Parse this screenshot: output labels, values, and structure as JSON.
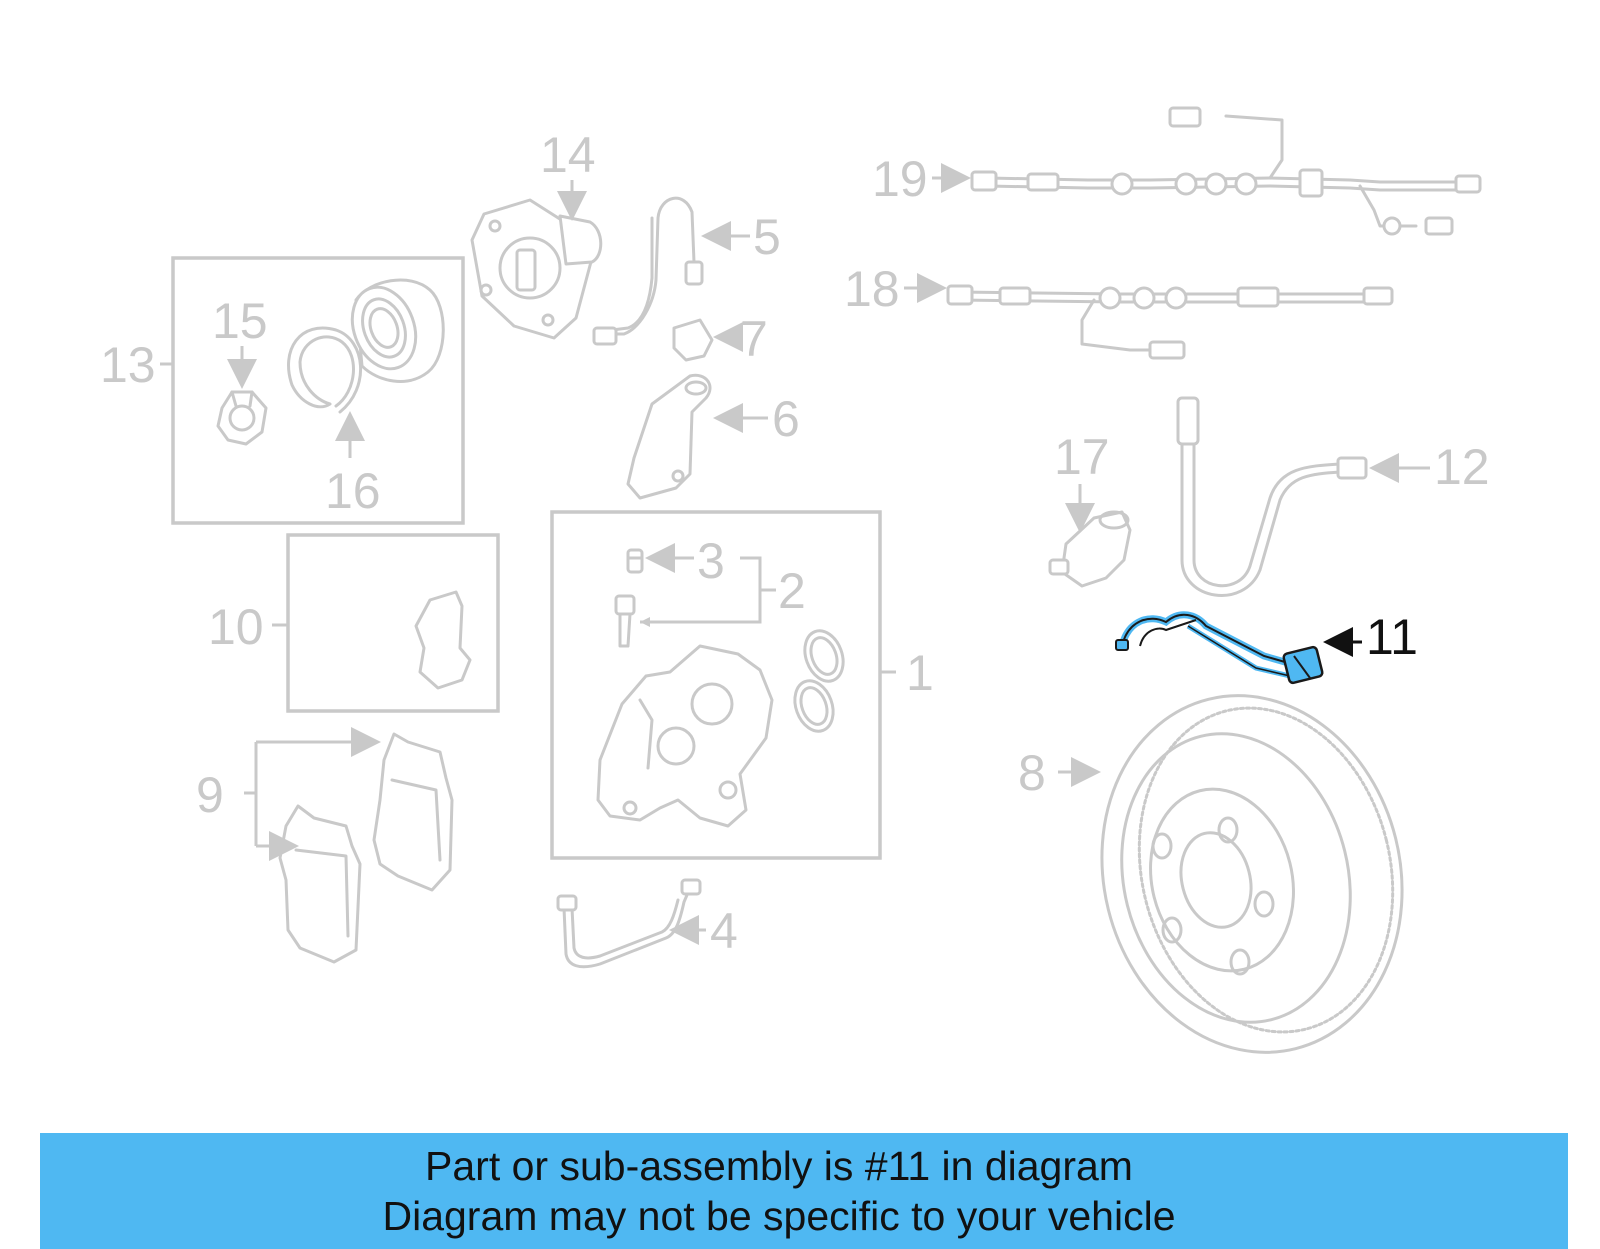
{
  "callouts": {
    "c1": "1",
    "c2": "2",
    "c3": "3",
    "c4": "4",
    "c5": "5",
    "c6": "6",
    "c7": "7",
    "c8": "8",
    "c9": "9",
    "c10": "10",
    "c11": "11",
    "c12": "12",
    "c13": "13",
    "c14": "14",
    "c15": "15",
    "c16": "16",
    "c17": "17",
    "c18": "18",
    "c19": "19"
  },
  "highlight": {
    "part": "11",
    "color": "#4fb8f2"
  },
  "banner": {
    "line1": "Part or sub-assembly is #11 in diagram",
    "line2": "Diagram may not be specific to your vehicle"
  }
}
